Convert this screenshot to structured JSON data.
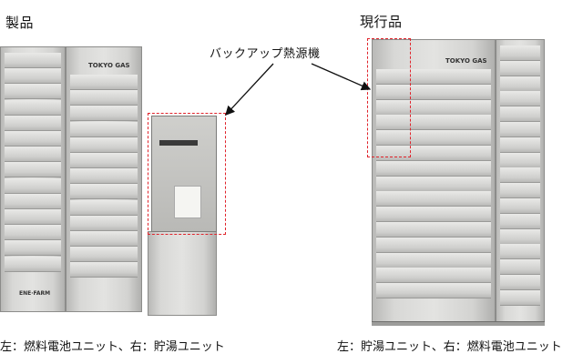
{
  "labels": {
    "new_product": "製品",
    "current_product": "現行品",
    "backup_heat_source": "バックアップ熱源機"
  },
  "captions": {
    "left": "左：燃料電池ユニット、右：貯湯ユニット",
    "right": "左：貯湯ユニット、右：燃料電池ユニット"
  },
  "branding": {
    "tokyo_gas": "TOKYO GAS",
    "ene_farm": "ENE·FARM"
  },
  "colors": {
    "highlight": "#e0232b",
    "cabinet": "#d8d8d6"
  }
}
